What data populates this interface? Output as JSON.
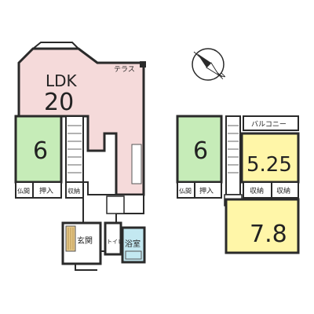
{
  "colors": {
    "ldk": "#f5dada",
    "washitsu": "#c6ecb8",
    "yellow": "#fff6a8",
    "bath": "#c3e8f1",
    "genkan_stripe": "#e7c98a",
    "wall": "#2a2a2a",
    "floor": "#ffffff"
  },
  "rooms": {
    "ldk_label": "LDK",
    "ldk_size": "20",
    "washitsu_1f_size": "6",
    "washitsu_2f_size": "6",
    "bedroom_a_size": "5.25",
    "bedroom_b_size": "7.8"
  },
  "labels": {
    "terrace": "テラス",
    "balcony": "バルコニー",
    "butsuma_1f": "仏間",
    "oshiire_1f": "押入",
    "shuno_1f": "収納",
    "butsuma_2f": "仏間",
    "oshiire_2f": "押入",
    "shuno_2f_a": "収納",
    "shuno_2f_b": "収納",
    "genkan": "玄関",
    "toilet": "トイレ",
    "bathroom": "浴室"
  },
  "compass": {
    "north": "N",
    "icon": "compass-icon"
  }
}
